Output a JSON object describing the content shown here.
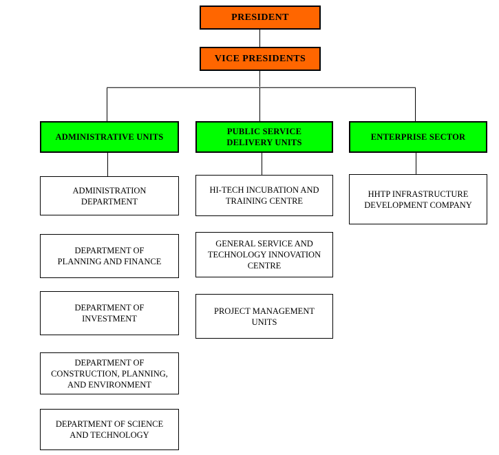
{
  "org": {
    "root": {
      "label": "PRESIDENT"
    },
    "deputy": {
      "label": "VICE PRESIDENTS"
    },
    "branches": [
      {
        "label": "ADMINISTRATIVE UNITS",
        "children": [
          "ADMINISTRATION\nDEPARTMENT",
          "DEPARTMENT OF\nPLANNING AND FINANCE",
          "DEPARTMENT OF\nINVESTMENT",
          "DEPARTMENT OF\nCONSTRUCTION, PLANNING,\nAND ENVIRONMENT",
          "DEPARTMENT OF SCIENCE\nAND TECHNOLOGY"
        ]
      },
      {
        "label": "PUBLIC SERVICE\nDELIVERY UNITS",
        "children": [
          "HI-TECH INCUBATION AND\nTRAINING CENTRE",
          "GENERAL SERVICE AND\nTECHNOLOGY INNOVATION\nCENTRE",
          "PROJECT MANAGEMENT\nUNITS"
        ]
      },
      {
        "label": "ENTERPRISE SECTOR",
        "children": [
          "HHTP INFRASTRUCTURE\nDEVELOPMENT COMPANY"
        ]
      }
    ]
  },
  "colors": {
    "executive_fill": "#FF6600",
    "branch_fill": "#00FF00",
    "leaf_fill": "#FFFFFF",
    "border": "#000000",
    "connector": "#000000"
  }
}
